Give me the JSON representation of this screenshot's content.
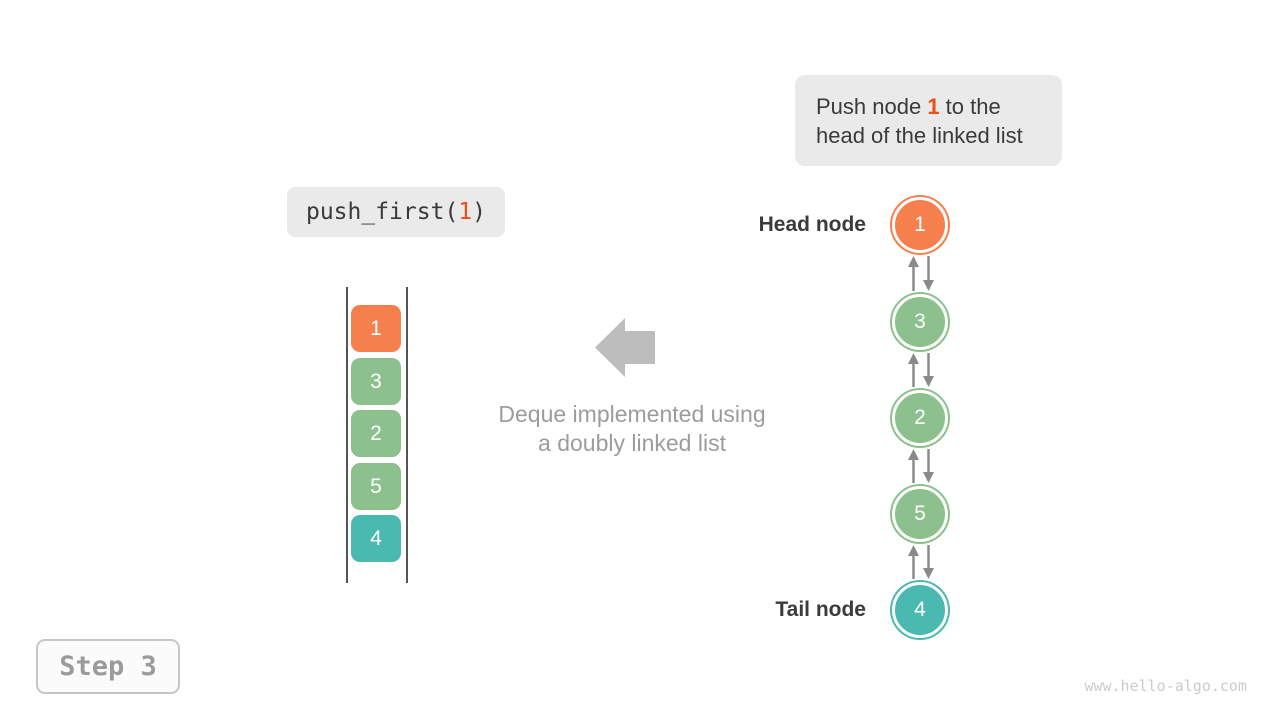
{
  "callout": {
    "prefix": "Push node ",
    "highlight": "1",
    "suffix": " to the head of the linked list"
  },
  "operation": {
    "prefix": "push_first(",
    "highlight": "1",
    "suffix": ")"
  },
  "stack": {
    "items": [
      {
        "value": "1",
        "color": "#F5804D"
      },
      {
        "value": "3",
        "color": "#8CC08C"
      },
      {
        "value": "2",
        "color": "#8CC08C"
      },
      {
        "value": "5",
        "color": "#8CC08C"
      },
      {
        "value": "4",
        "color": "#4ABAB1"
      }
    ]
  },
  "caption": {
    "line1": "Deque implemented using",
    "line2": "a doubly linked list"
  },
  "linked_list": {
    "head_label": "Head node",
    "tail_label": "Tail node",
    "nodes": [
      {
        "value": "1",
        "color": "#F5804D"
      },
      {
        "value": "3",
        "color": "#8CC08C"
      },
      {
        "value": "2",
        "color": "#8CC08C"
      },
      {
        "value": "5",
        "color": "#8CC08C"
      },
      {
        "value": "4",
        "color": "#4ABAB1"
      }
    ]
  },
  "step_badge": {
    "label": "Step 3"
  },
  "watermark": {
    "text": "www.hello-algo.com"
  },
  "colors": {
    "orange": "#F5804D",
    "green": "#8CC08C",
    "teal": "#4ABAB1",
    "highlight_text": "#ED4E15",
    "box_bg": "#EAEAEA",
    "dark_text": "#3A3A3A",
    "caption_gray": "#9C9C9C",
    "block_arrow_gray": "#BDBDBD",
    "connector_gray": "#8A8A8A",
    "step_text_gray": "#9B9B9B",
    "watermark_gray": "#CBCBCB"
  }
}
